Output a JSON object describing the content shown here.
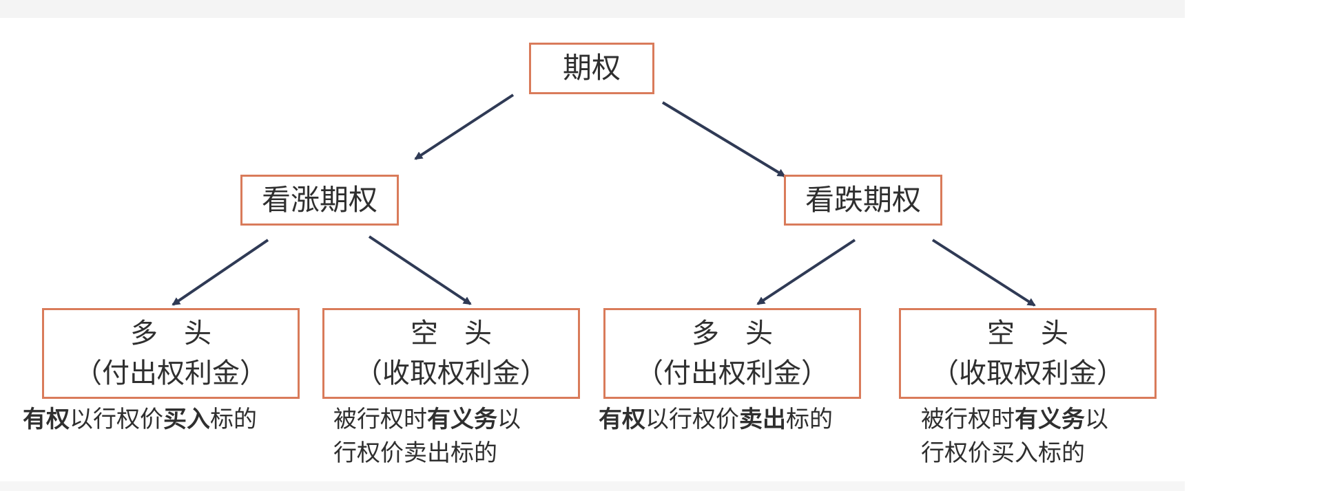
{
  "root": {
    "label": "期权"
  },
  "call": {
    "label": "看涨期权"
  },
  "put": {
    "label": "看跌期权"
  },
  "call_long": {
    "line1": "多头",
    "line2": "（付出权利金）"
  },
  "call_short": {
    "line1": "空头",
    "line2": "（收取权利金）"
  },
  "put_long": {
    "line1": "多头",
    "line2": "（付出权利金）"
  },
  "put_short": {
    "line1": "空头",
    "line2": "（收取权利金）"
  },
  "notes": {
    "call_long": {
      "bold1": "有权",
      "text1": "以行权价",
      "bold2": "买入",
      "text2": "标的"
    },
    "call_short": {
      "text1": "被行权时",
      "bold1": "有义务",
      "text2": "以",
      "line2": "行权价卖出标的"
    },
    "put_long": {
      "bold1": "有权",
      "text1": "以行权价",
      "bold2": "卖出",
      "text2": "标的"
    },
    "put_short": {
      "text1": "被行权时",
      "bold1": "有义务",
      "text2": "以",
      "line2": "行权价买入标的"
    }
  },
  "colors": {
    "box_border": "#d97b5a",
    "arrow": "#2f3a55",
    "text": "#2f2f2f"
  }
}
